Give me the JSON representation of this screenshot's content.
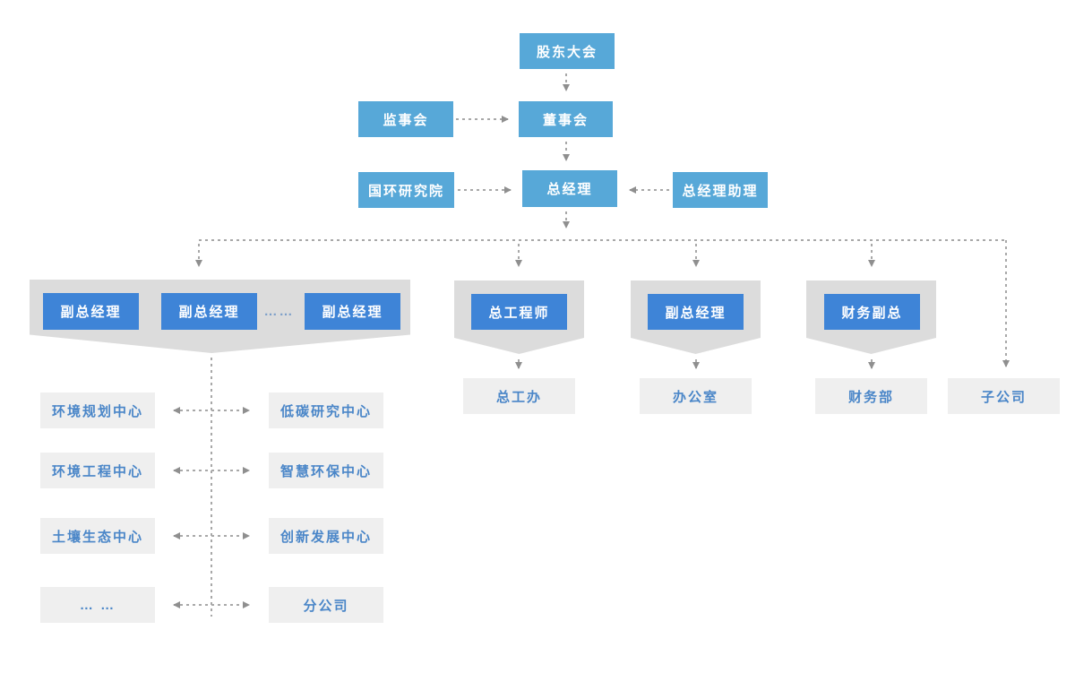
{
  "colors": {
    "light_blue": "#57a8d8",
    "dark_blue": "#3e84d7",
    "banner_gray": "#dcdcdc",
    "box_gray": "#efefef",
    "box_text_blue": "#4a86c8",
    "connector_gray": "#a8a8a8",
    "arrowhead_gray": "#8f8f8f"
  },
  "nodes": {
    "shareholders": "股东大会",
    "supervisory": "监事会",
    "board": "董事会",
    "research": "国环研究院",
    "gm": "总经理",
    "gm_assistant": "总经理助理",
    "deputy_gm_1": "副总经理",
    "deputy_gm_2": "副总经理",
    "deputy_ellipsis": "……",
    "deputy_gm_3": "副总经理",
    "chief_engineer": "总工程师",
    "deputy_gm_mid": "副总经理",
    "finance_deputy": "财务副总",
    "chief_eng_office": "总工办",
    "office": "办公室",
    "finance_dept": "财务部",
    "subsidiary": "子公司",
    "dept_rows": [
      {
        "left": "环境规划中心",
        "right": "低碳研究中心"
      },
      {
        "left": "环境工程中心",
        "right": "智慧环保中心"
      },
      {
        "left": "土壤生态中心",
        "right": "创新发展中心"
      },
      {
        "left": "… …",
        "right": "分公司"
      }
    ]
  }
}
